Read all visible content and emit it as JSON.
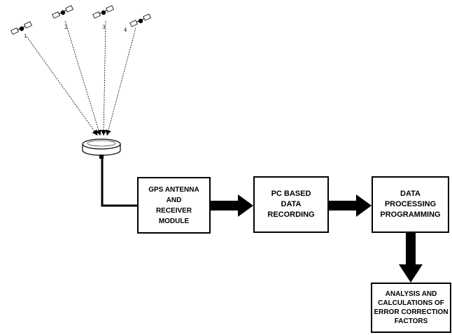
{
  "satellites": [
    {
      "number": "1"
    },
    {
      "number": "2"
    },
    {
      "number": "3"
    },
    {
      "number": "4"
    }
  ],
  "blocks": {
    "gps_module": [
      "GPS ANTENNA",
      "AND",
      "RECEIVER",
      "MODULE"
    ],
    "pc_recording": [
      "PC BASED",
      "DATA",
      "RECORDING"
    ],
    "data_processing": [
      "DATA",
      "PROCESSING",
      "PROGRAMMING"
    ],
    "analysis": [
      "ANALYSIS AND",
      "CALCULATIONS OF",
      "ERROR CORRECTION",
      "FACTORS"
    ]
  },
  "colors": {
    "line": "#000000",
    "fill": "#ffffff"
  }
}
